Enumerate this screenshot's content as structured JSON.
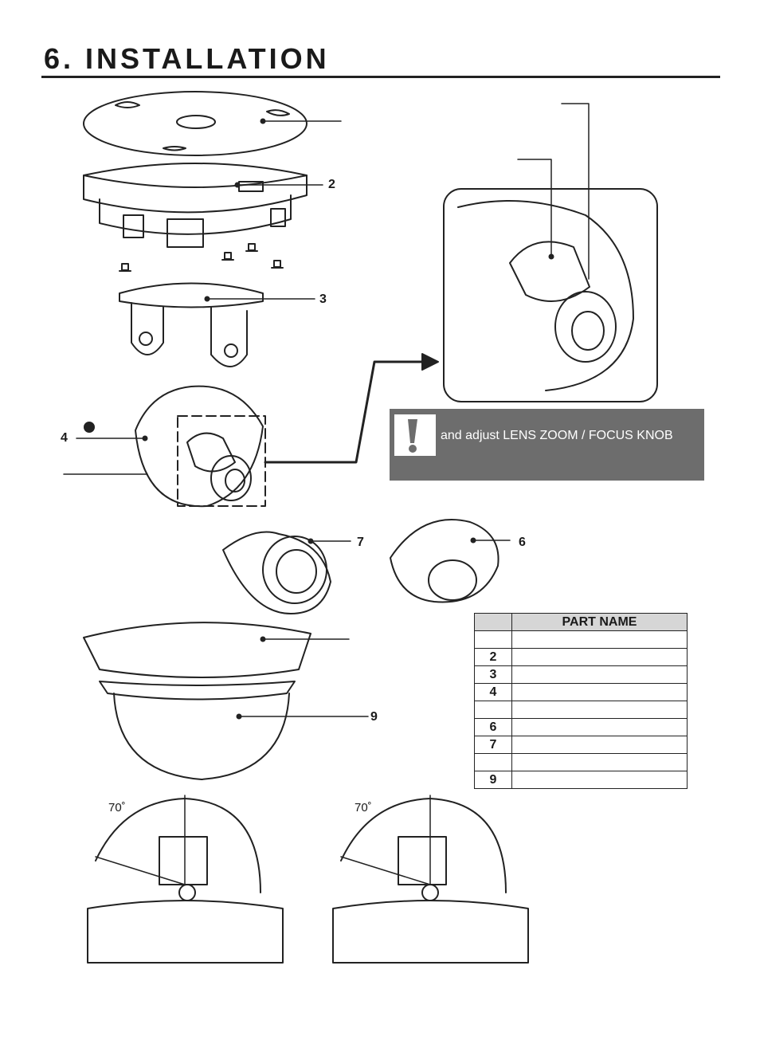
{
  "page": {
    "title": "6. INSTALLATION"
  },
  "callouts": [
    "2",
    "3",
    "4",
    "7",
    "6",
    "9"
  ],
  "note": {
    "text": "and adjust LENS ZOOM / FOCUS KNOB"
  },
  "parts_table": {
    "header": {
      "no": "",
      "name": "PART NAME"
    },
    "rows": [
      {
        "no": "",
        "name": ""
      },
      {
        "no": "2",
        "name": ""
      },
      {
        "no": "3",
        "name": ""
      },
      {
        "no": "4",
        "name": ""
      },
      {
        "no": "",
        "name": ""
      },
      {
        "no": "6",
        "name": ""
      },
      {
        "no": "7",
        "name": ""
      },
      {
        "no": "",
        "name": ""
      },
      {
        "no": "9",
        "name": ""
      }
    ]
  },
  "tilt_views": [
    {
      "angle": "70˚"
    },
    {
      "angle": "70˚"
    }
  ],
  "icons": [
    "exclamation-icon"
  ]
}
